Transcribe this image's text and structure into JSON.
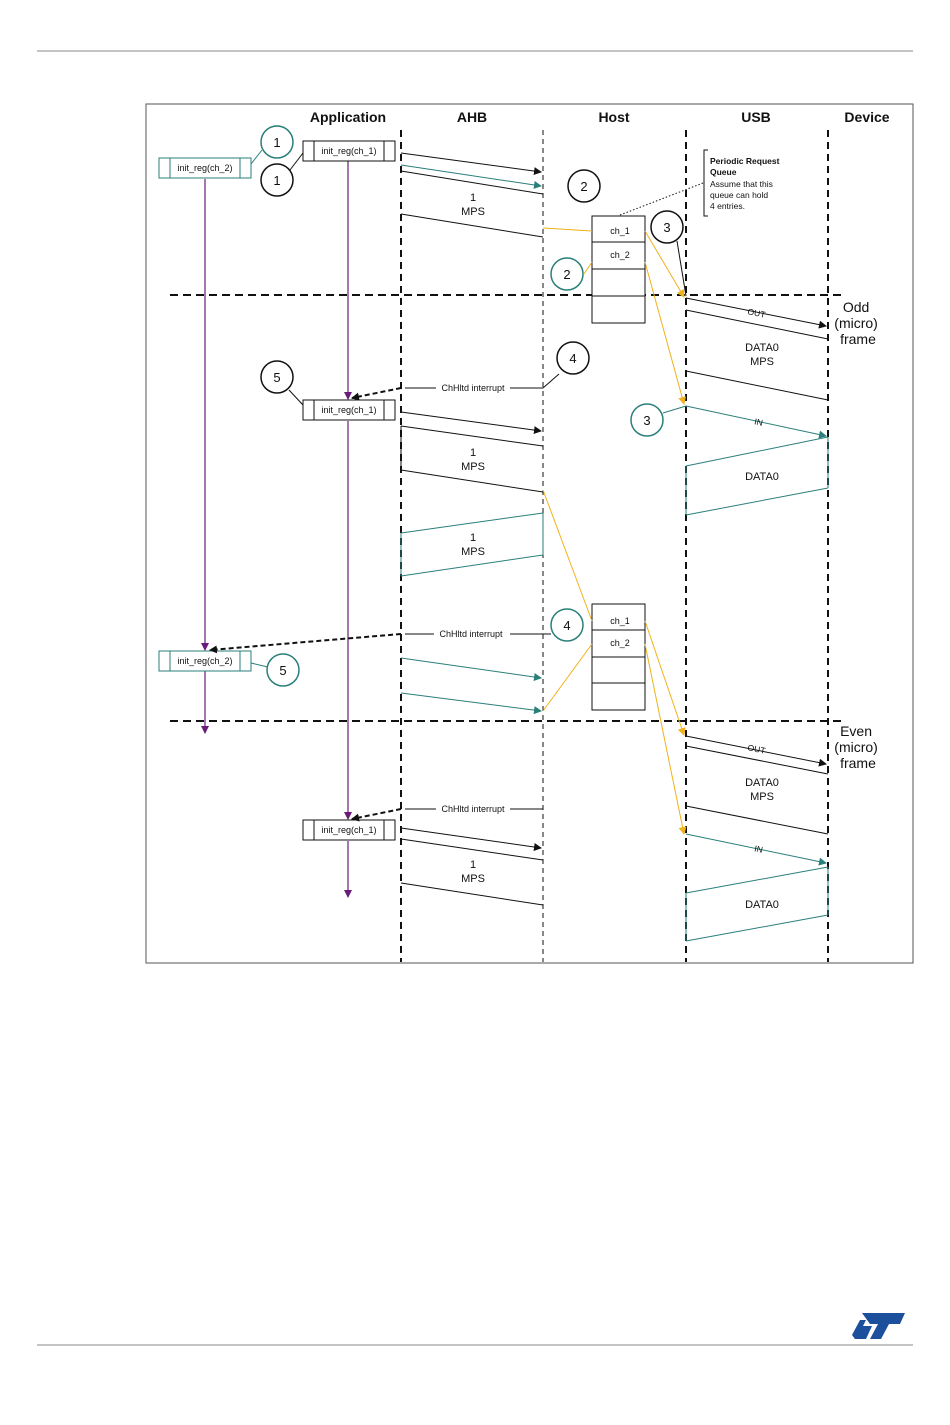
{
  "columns": {
    "application": "Application",
    "ahb": "AHB",
    "host": "Host",
    "usb": "USB",
    "device": "Device"
  },
  "labels": {
    "init_ch1": "init_reg(ch_1)",
    "init_ch2": "init_reg(ch_2)",
    "mps_one": "1",
    "mps": "MPS",
    "data0": "DATA0",
    "out": "OUT",
    "in": "IN",
    "chhltd": "ChHltd interrupt",
    "queue_ch1": "ch_1",
    "queue_ch2": "ch_2"
  },
  "note": {
    "title1": "Periodic Request",
    "title2": "Queue",
    "line1": "Assume that this",
    "line2": "queue can hold",
    "line3": "4 entries."
  },
  "frames": {
    "odd1": "Odd",
    "odd2": "(micro)",
    "odd3": "frame",
    "even1": "Even",
    "even2": "(micro)",
    "even3": "frame"
  },
  "steps": {
    "s1": "1",
    "s2": "2",
    "s3": "3",
    "s4": "4",
    "s5": "5"
  },
  "colors": {
    "teal": "#2a7f7a",
    "yellow": "#f0b21a",
    "purple": "#6a1b7a",
    "logo": "#1c4f9c"
  },
  "logo_alt": "ST"
}
